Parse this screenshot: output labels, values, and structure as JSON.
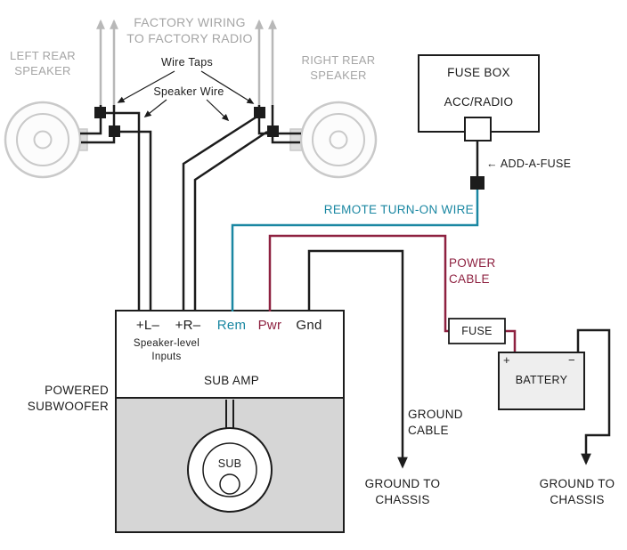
{
  "colors": {
    "remote_wire_teal": "#1a87a2",
    "power_wire_maroon": "#8e2140",
    "ground_wire_black": "#1c1c1c",
    "factory_wire_gray": "#b8b8b8",
    "gray_label_text": "#a5a5a5",
    "amp_body_gray": "#d6d6d6"
  },
  "factory": {
    "wiring_label": "FACTORY WIRING\nTO FACTORY RADIO",
    "left_speaker_label": "LEFT REAR\nSPEAKER",
    "right_speaker_label": "RIGHT REAR\nSPEAKER",
    "wire_taps_label": "Wire Taps",
    "speaker_wire_label": "Speaker Wire"
  },
  "fuse_box": {
    "title": "FUSE BOX",
    "circuit_label": "ACC/RADIO",
    "add_a_fuse_label": "← ADD-A-FUSE"
  },
  "wires": {
    "remote_label": "REMOTE TURN-ON WIRE",
    "power_label": "POWER\nCABLE",
    "ground_label": "GROUND\nCABLE"
  },
  "amp": {
    "terminals": [
      "+L–",
      "+R–",
      "Rem",
      "Pwr",
      "Gnd"
    ],
    "inputs_label": "Speaker-level\nInputs",
    "title": "SUB AMP",
    "outside_label": "POWERED\nSUBWOOFER",
    "sub_label": "SUB"
  },
  "power": {
    "fuse_label": "FUSE",
    "battery_label": "BATTERY",
    "plus": "+",
    "minus": "−"
  },
  "ground": {
    "chassis_left_label": "GROUND TO\nCHASSIS",
    "chassis_right_label": "GROUND TO\nCHASSIS"
  }
}
